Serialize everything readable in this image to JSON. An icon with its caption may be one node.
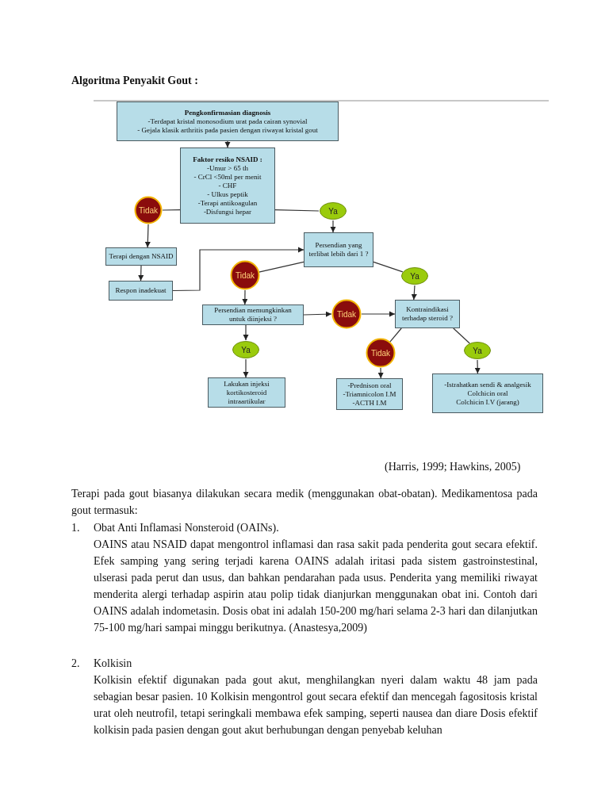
{
  "diagram": {
    "title": "Algoritma Penyakit Gout :",
    "nodes": [
      {
        "text": [
          "Pengkonfirmasian diagnosis",
          "-Terdapat kristal monosodium urat pada cairan synovial",
          "- Gejala klasik arthritis pada pasien dengan riwayat kristal gout"
        ]
      },
      {
        "text": [
          "Faktor resiko NSAID :",
          "-Umur > 65 th",
          "- CrCl <50ml per menit",
          "- CHF",
          "- Ulkus peptik",
          "-Terapi antikoagulan",
          "-Disfungsi hepar"
        ]
      },
      {
        "text": [
          "Tidak"
        ]
      },
      {
        "text": [
          "Ya"
        ]
      },
      {
        "text": [
          "Terapi dengan NSAID"
        ]
      },
      {
        "text": [
          "Respon inadekuat"
        ]
      },
      {
        "text": [
          "Persendian yang terlibat lebih dari 1 ?"
        ]
      },
      {
        "text": [
          "Tidak"
        ]
      },
      {
        "text": [
          "Ya"
        ]
      },
      {
        "text": [
          "Persendian memungkinkan untuk diinjeksi ?"
        ]
      },
      {
        "text": [
          "Tidak"
        ]
      },
      {
        "text": [
          "Kontraindikasi terhadap steroid ?"
        ]
      },
      {
        "text": [
          "Ya"
        ]
      },
      {
        "text": [
          "Tidak"
        ]
      },
      {
        "text": [
          "Ya"
        ]
      },
      {
        "text": [
          "Lakukan injeksi kortikosteroid intraartikular"
        ]
      },
      {
        "text": [
          "-Prednison oral",
          "-Triamnicolon I.M",
          "-ACTH I.M"
        ]
      },
      {
        "text": [
          "-Istrahatkan sendi & analgesik",
          "Colchicin oral",
          "Colchicin I.V (jarang)"
        ]
      }
    ],
    "edges": [
      {
        "from": 0,
        "to": 1,
        "arrow": "to"
      },
      {
        "from": 1,
        "to": 2,
        "arrow": "none"
      },
      {
        "from": 1,
        "to": 3,
        "arrow": "none"
      },
      {
        "from": 2,
        "to": 4,
        "arrow": "to"
      },
      {
        "from": 3,
        "to": 6,
        "arrow": "to"
      },
      {
        "from": 4,
        "to": 5,
        "arrow": "to"
      },
      {
        "from": 5,
        "to": 6,
        "arrow": "to"
      },
      {
        "from": 6,
        "to": 7,
        "arrow": "none"
      },
      {
        "from": 6,
        "to": 8,
        "arrow": "none"
      },
      {
        "from": 7,
        "to": 9,
        "arrow": "to"
      },
      {
        "from": 8,
        "to": 11,
        "arrow": "to"
      },
      {
        "from": 9,
        "to": 10,
        "arrow": "to"
      },
      {
        "from": 10,
        "to": 11,
        "arrow": "to"
      },
      {
        "from": 9,
        "to": 12,
        "arrow": "to"
      },
      {
        "from": 12,
        "to": 15,
        "arrow": "to"
      },
      {
        "from": 11,
        "to": 13,
        "arrow": "none"
      },
      {
        "from": 11,
        "to": 14,
        "arrow": "none"
      },
      {
        "from": 13,
        "to": 16,
        "arrow": "to"
      },
      {
        "from": 14,
        "to": 17,
        "arrow": "to"
      }
    ],
    "labels": [
      "(Harris, 1999; Hawkins, 2005)",
      "Terapi pada gout biasanya dilakukan secara medik (menggunakan obat-obatan). Medikamentosa pada gout termasuk:",
      "1.",
      "Obat Anti Inflamasi Nonsteroid (OAINs).",
      "OAINS atau NSAID dapat mengontrol inflamasi dan rasa sakit pada penderita gout secara efektif. Efek samping yang sering terjadi karena OAINS adalah iritasi pada sistem gastroinstestinal, ulserasi pada perut dan usus, dan bahkan pendarahan pada usus. Penderita yang memiliki riwayat menderita alergi terhadap aspirin atau polip tidak dianjurkan menggunakan obat ini. Contoh dari OAINS adalah indometasin. Dosis obat ini adalah 150-200 mg/hari selama 2-3 hari dan dilanjutkan 75-100 mg/hari sampai minggu berikutnya. (Anastesya,2009)",
      "2.",
      "Kolkisin",
      "Kolkisin efektif digunakan pada gout akut, menghilangkan nyeri dalam waktu 48 jam pada sebagian besar pasien. 10 Kolkisin mengontrol gout secara efektif dan mencegah fagositosis kristal urat oleh neutrofil, tetapi seringkali membawa efek samping, seperti nausea dan diare Dosis efektif kolkisin pada pasien dengan gout akut berhubungan dengan penyebab keluhan"
    ]
  }
}
